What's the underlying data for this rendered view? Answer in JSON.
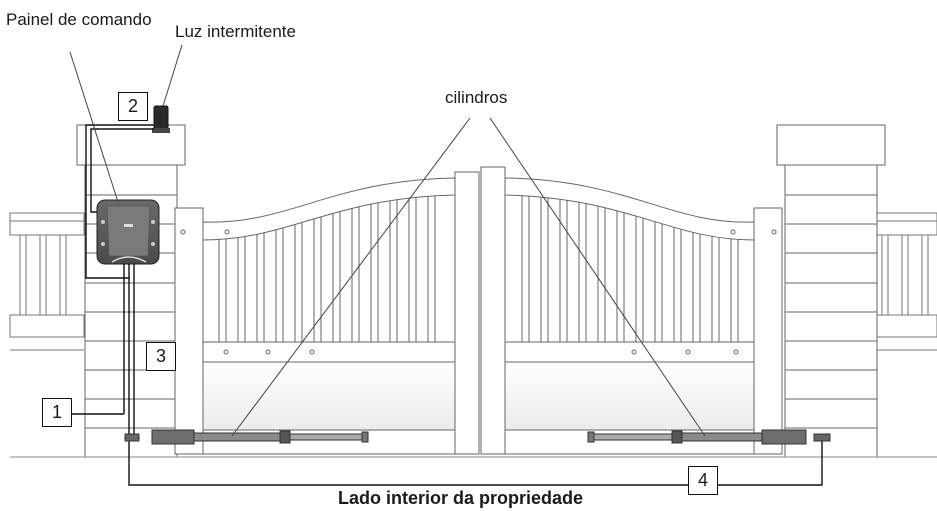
{
  "labels": {
    "control_panel": "Painel de comando",
    "flashing_light": "Luz intermitente",
    "cylinders": "cilindros",
    "caption": "Lado interior da propriedade"
  },
  "callouts": [
    "1",
    "2",
    "3",
    "4"
  ],
  "colors": {
    "line": "#555555",
    "cable": "#111111",
    "stone_fill": "#ffffff",
    "panel_dark": "#5a5a5a",
    "cylinder": "#6e6e6e",
    "shadow": "#e6e6e6"
  }
}
